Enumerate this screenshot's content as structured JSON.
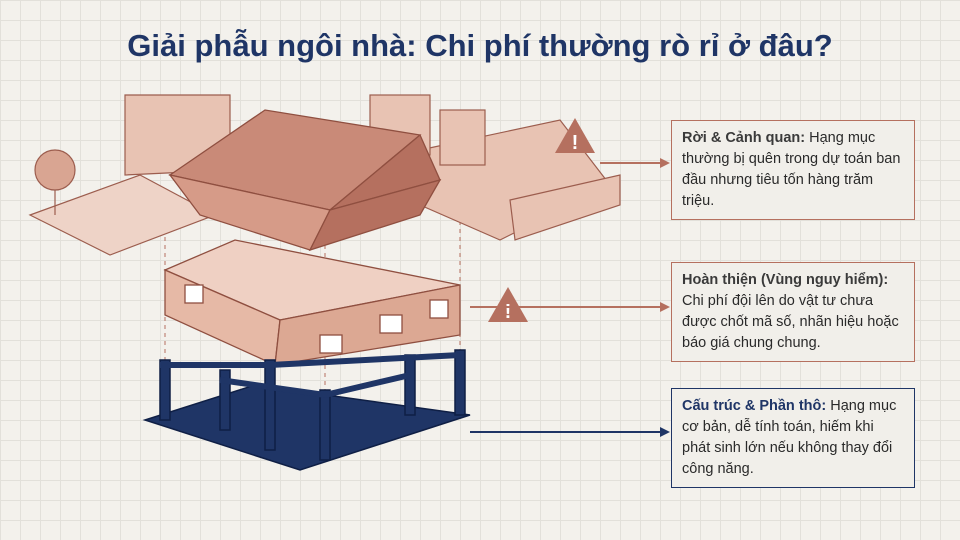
{
  "title": "Giải phẫu ngôi nhà: Chi phí thường rò rỉ ở đâu?",
  "callouts": [
    {
      "lead": "Rời & Cảnh quan:",
      "text": " Hạng mục thường bị quên trong dự toán ban đầu nhưng tiêu tốn hàng trăm triệu.",
      "warning_icon": "warning-triangle"
    },
    {
      "lead": "Hoàn thiện (Vùng nguy hiểm):",
      "text": " Chi phí đội lên do vật tư chưa được chốt mã số, nhãn hiệu hoặc báo giá chung chung.",
      "warning_icon": "warning-triangle"
    },
    {
      "lead": "Cấu trúc & Phần thô:",
      "text": " Hạng mục cơ bản, dễ tính toán, hiếm khi phát sinh lớn nếu không thay đổi công năng."
    }
  ],
  "colors": {
    "navy": "#1f3566",
    "terracotta": "#b5705f",
    "roof": "#c98a78",
    "wall": "#e6b9a6"
  }
}
